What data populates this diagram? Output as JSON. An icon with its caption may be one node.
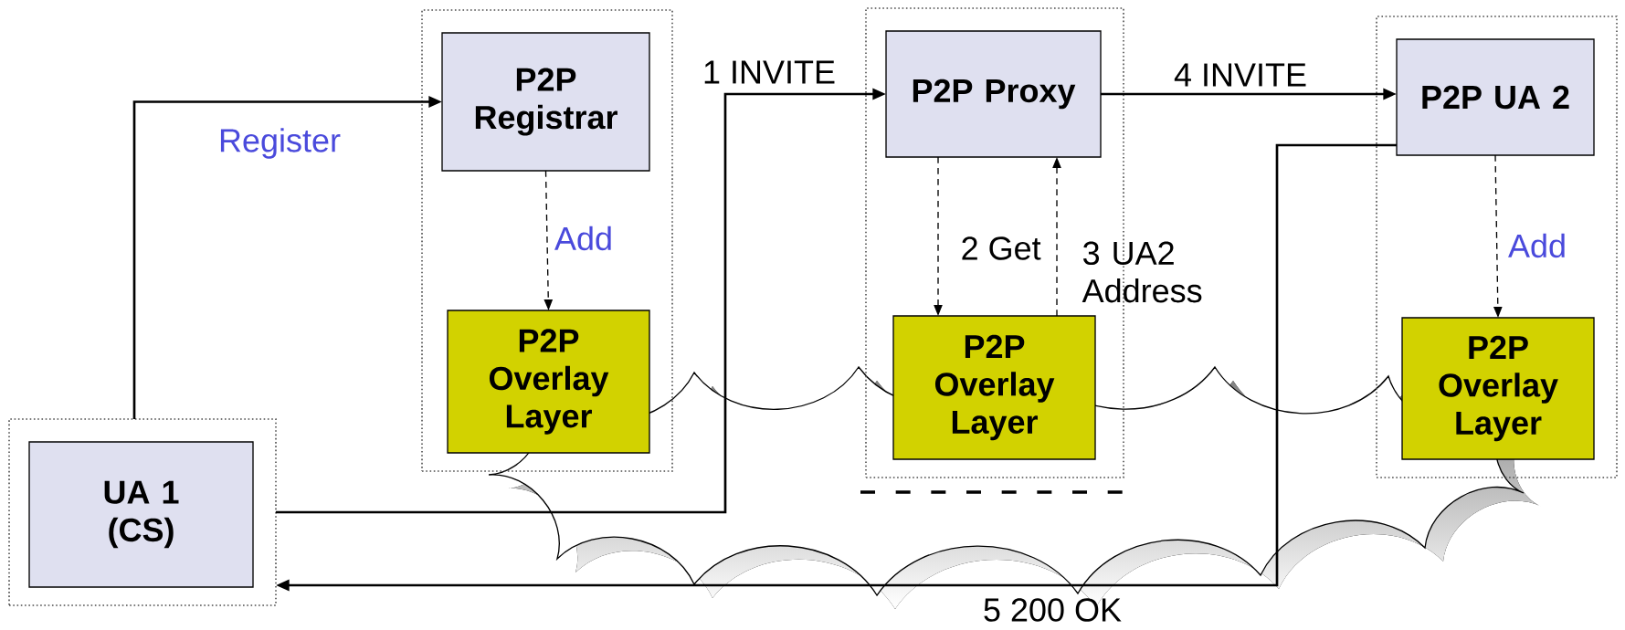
{
  "diagram": {
    "nodes": [
      {
        "text": [],
        "shape": "box"
      },
      {
        "text": [
          "UA 1 (CS)"
        ],
        "in": 0
      },
      {
        "text": [],
        "shape": "box"
      },
      {
        "text": [
          "P2P Registrar"
        ],
        "in": 2
      },
      {
        "text": [
          "P2P Overlay Layer"
        ],
        "in": 2
      },
      {
        "text": [],
        "shape": "box"
      },
      {
        "text": [
          "P2P Proxy"
        ],
        "in": 5
      },
      {
        "text": [
          "P2P Overlay Layer"
        ],
        "in": 5
      },
      {
        "text": [],
        "shape": "box"
      },
      {
        "text": [
          "P2P UA 2"
        ],
        "in": 8
      },
      {
        "text": [
          "P2P Overlay Layer"
        ],
        "in": 8
      }
    ],
    "edges": [
      {
        "from": 0,
        "to": 3,
        "arrow": "to",
        "label": "Register"
      },
      {
        "from": 3,
        "to": 4,
        "arrow": "to",
        "label": "Add",
        "style": "dashed"
      },
      {
        "from": 0,
        "to": 6,
        "arrow": "to",
        "label": "1 INVITE"
      },
      {
        "from": 6,
        "to": 7,
        "arrow": "to",
        "label": "2 Get",
        "style": "dashed"
      },
      {
        "from": 7,
        "to": 6,
        "arrow": "to",
        "label": "3 UA2 Address",
        "style": "dashed"
      },
      {
        "from": 6,
        "to": 9,
        "arrow": "to",
        "label": "4 INVITE"
      },
      {
        "from": 9,
        "to": 0,
        "arrow": "to",
        "label": "5 200 OK"
      },
      {
        "from": 9,
        "to": 10,
        "arrow": "to",
        "label": "Add",
        "style": "dashed"
      }
    ]
  }
}
